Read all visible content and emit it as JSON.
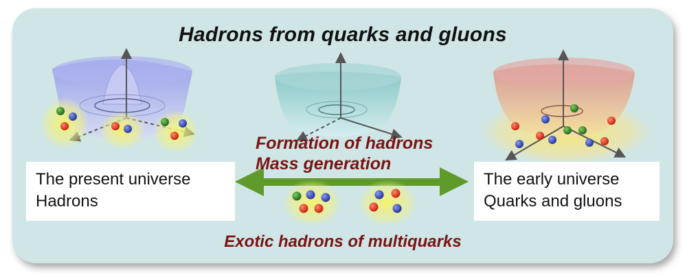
{
  "title": "Hadrons from quarks and gluons",
  "left_label": {
    "line1": "The present universe",
    "line2": "Hadrons"
  },
  "right_label": {
    "line1": "The early universe",
    "line2": "Quarks and gluons"
  },
  "middle": {
    "line1": "Formation of hadrons",
    "line2": "Mass generation"
  },
  "bottom": "Exotic hadrons of multiquarks",
  "colors": {
    "background": "#cfe5e6",
    "arrow": "#5f9a2a",
    "accent_text": "#7a1414",
    "quark_red": "#e0321e",
    "quark_green": "#3a8a2e",
    "quark_blue": "#3552c4",
    "glow": "#f4f27a"
  },
  "icons": [
    "mexican-hat-potential-icon",
    "symmetric-potential-icon",
    "quark-cluster-icon",
    "double-arrow-icon"
  ]
}
